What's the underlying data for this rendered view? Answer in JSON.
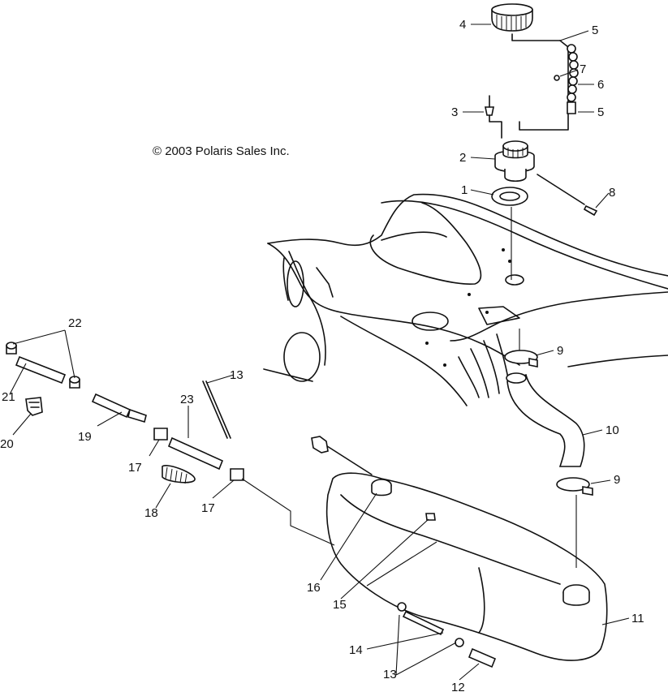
{
  "copyright": "© 2003 Polaris Sales Inc.",
  "callouts": {
    "c1": "1",
    "c2": "2",
    "c3": "3",
    "c4": "4",
    "c5a": "5",
    "c5b": "5",
    "c6": "6",
    "c7": "7",
    "c8": "8",
    "c9a": "9",
    "c9b": "9",
    "c10": "10",
    "c11": "11",
    "c12": "12",
    "c13a": "13",
    "c13b": "13",
    "c14": "14",
    "c15": "15",
    "c16": "16",
    "c17a": "17",
    "c17b": "17",
    "c18": "18",
    "c19": "19",
    "c20": "20",
    "c21": "21",
    "c22": "22",
    "c23": "23"
  }
}
